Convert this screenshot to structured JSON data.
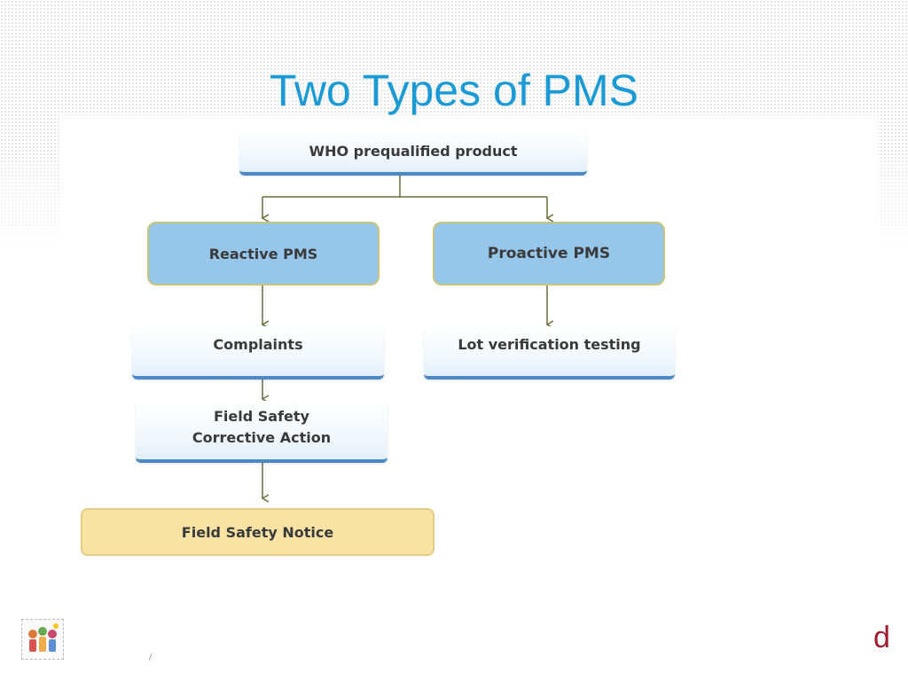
{
  "slide": {
    "title": "Two Types of PMS",
    "corner_mark": "d"
  },
  "diagram": {
    "root": "WHO prequalified product",
    "branches": [
      {
        "label": "Reactive PMS",
        "children": [
          "Complaints",
          "Field Safety Corrective Action",
          "Field Safety Notice"
        ]
      },
      {
        "label": "Proactive PMS",
        "children": [
          "Lot verification testing"
        ]
      }
    ]
  },
  "colors": {
    "title": "#1b9ad6",
    "connector": "#6b6b3a",
    "branch_fill": "#96c7ea",
    "notice_fill": "#f9e3a4",
    "corner_mark": "#a11a2e"
  },
  "icons": {
    "logo": "children-logo-icon"
  }
}
